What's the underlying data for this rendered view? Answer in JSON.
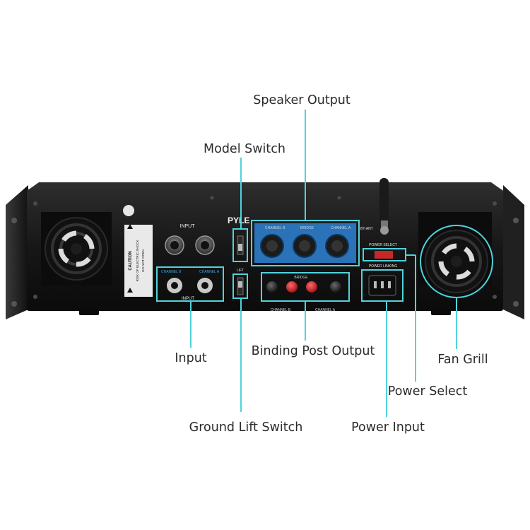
{
  "callouts": {
    "speaker_output": "Speaker Output",
    "model_switch": "Model Switch",
    "input": "Input",
    "binding_post_output": "Binding Post Output",
    "fan_grill": "Fan Grill",
    "power_select": "Power Select",
    "ground_lift_switch": "Ground Lift Switch",
    "power_input": "Power Input"
  },
  "panel": {
    "brand": "PYLE",
    "input_top": "INPUT",
    "input_bottom": "INPUT",
    "channel_b": "CHANNEL B",
    "channel_a": "CHANNEL A",
    "bridge": "BRIDGE",
    "bt_ant": "BT-ANT",
    "power_select": "POWER SELECT",
    "power_linking": "POWER LINKING",
    "lift": "LIFT",
    "caution_title": "CAUTION",
    "caution_line1": "RISK OF ELECTRIC SHOCK",
    "caution_line2": "DO NOT OPEN"
  },
  "colors": {
    "callout_line": "#4fd3dc",
    "speaker_plate": "#2a73b8",
    "chassis": "#141414",
    "red_post": "#d42020"
  }
}
